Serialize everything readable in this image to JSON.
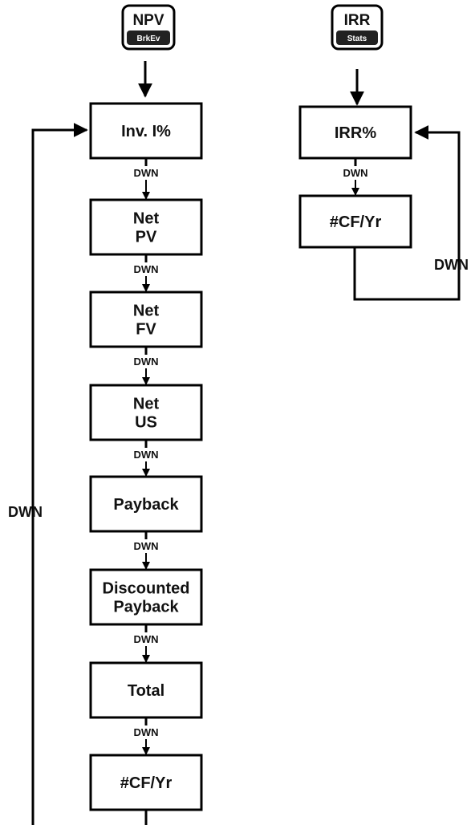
{
  "keys": {
    "npv": {
      "top": "NPV",
      "bottom": "BrkEv"
    },
    "irr": {
      "top": "IRR",
      "bottom": "Stats"
    }
  },
  "npv_flow": {
    "boxes": [
      {
        "lines": [
          "Inv. I%"
        ]
      },
      {
        "lines": [
          "Net",
          "PV"
        ]
      },
      {
        "lines": [
          "Net",
          "FV"
        ]
      },
      {
        "lines": [
          "Net",
          "US"
        ]
      },
      {
        "lines": [
          "Payback"
        ]
      },
      {
        "lines": [
          "Discounted",
          "Payback"
        ]
      },
      {
        "lines": [
          "Total"
        ]
      },
      {
        "lines": [
          "#CF/Yr"
        ]
      }
    ],
    "step_label": "DWN",
    "loop_label": "DWN"
  },
  "irr_flow": {
    "boxes": [
      {
        "lines": [
          "IRR%"
        ]
      },
      {
        "lines": [
          "#CF/Yr"
        ]
      }
    ],
    "step_label": "DWN",
    "loop_label": "DWN"
  }
}
